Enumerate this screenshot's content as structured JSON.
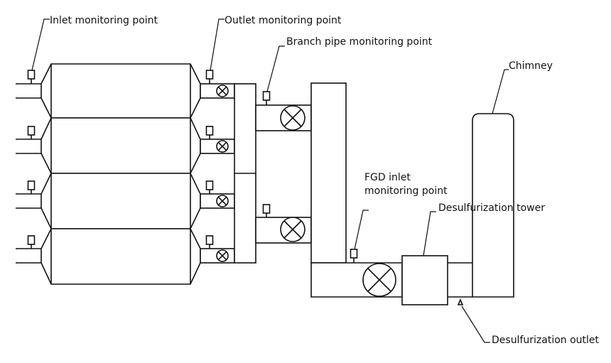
{
  "labels": {
    "inlet": "Inlet monitoring point",
    "outlet": "Outlet monitoring point",
    "branch": "Branch pipe monitoring point",
    "chimney": "Chimney",
    "fgd_inlet_line1": "FGD inlet",
    "fgd_inlet_line2": "monitoring point",
    "tower": "Desulfurization tower",
    "desulf_outlet": "Desulfurization outlet"
  }
}
